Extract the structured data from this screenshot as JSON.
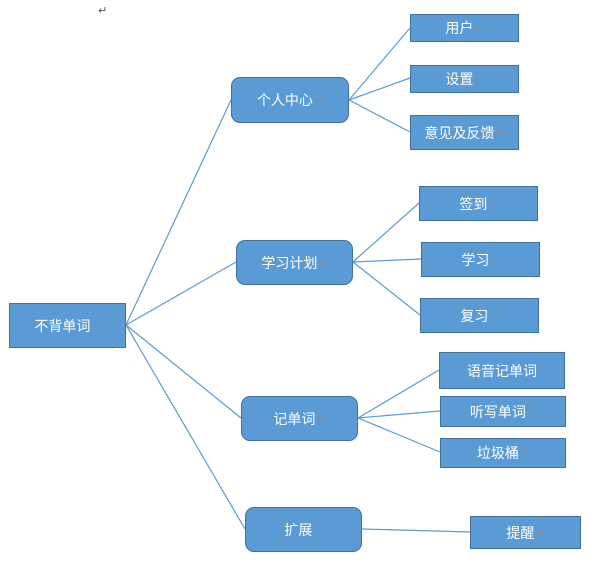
{
  "root": "不背单词",
  "return_mark": "↵",
  "branches": [
    {
      "label": "个人中心",
      "children": [
        "用户",
        "设置",
        "意见及反馈"
      ]
    },
    {
      "label": "学习计划",
      "children": [
        "签到",
        "学习",
        "复习"
      ]
    },
    {
      "label": "记单词",
      "children": [
        "语音记单词",
        "听写单词",
        "垃圾桶"
      ]
    },
    {
      "label": "扩展",
      "children": [
        "提醒"
      ]
    }
  ],
  "colors": {
    "fill": "#5b9bd5",
    "border": "#41719c",
    "line": "#5b9bd5"
  }
}
